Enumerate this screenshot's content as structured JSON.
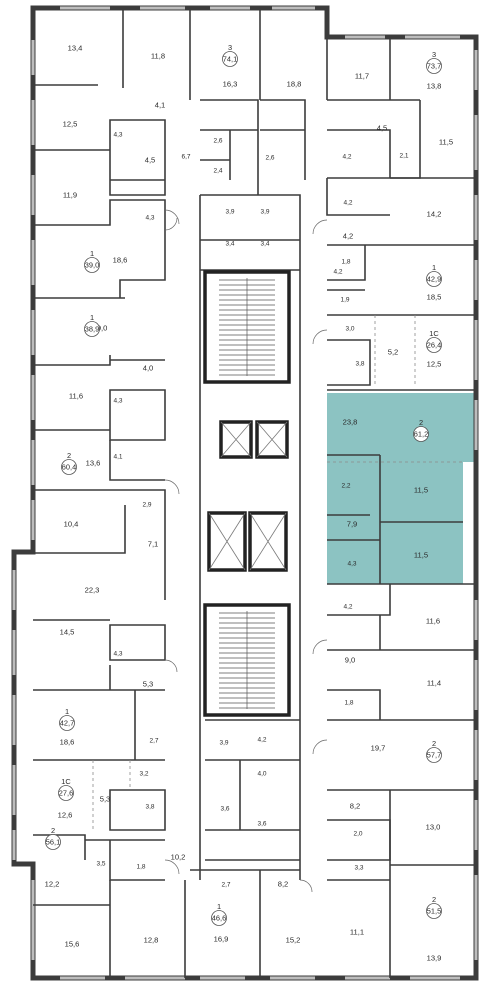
{
  "colors": {
    "highlight": "#8cc3c2",
    "wall": "#3c3c3c"
  },
  "icons": {
    "lift": "elevator-shaft-icon",
    "stairs": "stairwell-icon",
    "bath": "bathtub-icon",
    "wc": "toilet-icon"
  },
  "apartments": [
    {
      "id": "a1",
      "rooms": "3",
      "total": "74,1"
    },
    {
      "id": "a2",
      "rooms": "3",
      "total": "73,7"
    },
    {
      "id": "a3",
      "rooms": "1",
      "total": "39,0"
    },
    {
      "id": "a4",
      "rooms": "1",
      "total": "42,9"
    },
    {
      "id": "a5",
      "rooms": "1",
      "total": "38,9"
    },
    {
      "id": "a6",
      "rooms": "1С",
      "total": "26,4"
    },
    {
      "id": "a7",
      "rooms": "2",
      "total": "61,2"
    },
    {
      "id": "a8",
      "rooms": "2",
      "total": "60,4"
    },
    {
      "id": "a9",
      "rooms": "1",
      "total": "42,7"
    },
    {
      "id": "a10",
      "rooms": "2",
      "total": "57,7"
    },
    {
      "id": "a11",
      "rooms": "1С",
      "total": "27,6"
    },
    {
      "id": "a12",
      "rooms": "2",
      "total": "56,1"
    },
    {
      "id": "a13",
      "rooms": "1",
      "total": "46,6"
    },
    {
      "id": "a14",
      "rooms": "2",
      "total": "51,5"
    }
  ],
  "rooms": [
    "13,4",
    "11,8",
    "16,3",
    "18,8",
    "11,7",
    "13,8",
    "4,1",
    "12,5",
    "4,3",
    "6,7",
    "2,6",
    "2,6",
    "2,4",
    "4,5",
    "4,5",
    "4,2",
    "2,1",
    "11,5",
    "4,2",
    "11,9",
    "4,3",
    "3,9",
    "3,9",
    "4,2",
    "14,2",
    "18,6",
    "3,4",
    "3,4",
    "4,2",
    "1,8",
    "18,5",
    "19,0",
    "1,9",
    "3,0",
    "5,2",
    "12,5",
    "4,0",
    "3,8",
    "11,6",
    "4,3",
    "23,8",
    "13,6",
    "4,1",
    "2,2",
    "11,5",
    "2,9",
    "10,4",
    "7,9",
    "7,1",
    "4,3",
    "11,5",
    "22,3",
    "4,2",
    "11,6",
    "14,5",
    "4,3",
    "9,0",
    "5,3",
    "11,4",
    "1,8",
    "18,6",
    "2,7",
    "19,7",
    "3,2",
    "3,9",
    "4,2",
    "4,0",
    "5,3",
    "3,8",
    "8,2",
    "12,6",
    "3,6",
    "3,6",
    "13,0",
    "2,0",
    "3,5",
    "1,8",
    "10,2",
    "3,3",
    "12,2",
    "2,7",
    "8,2",
    "15,6",
    "12,8",
    "16,9",
    "15,2",
    "11,1",
    "13,9"
  ]
}
